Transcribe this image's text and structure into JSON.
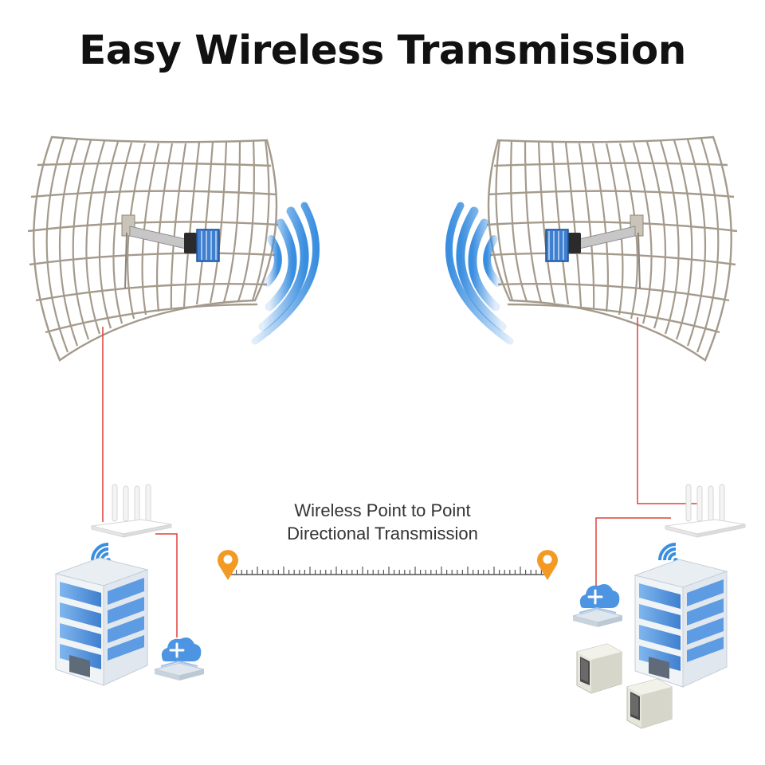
{
  "title": "Easy Wireless Transmission",
  "caption": {
    "line1": "Wireless Point to Point",
    "line2": "Directional Transmission"
  },
  "colors": {
    "cable": "#e0413b",
    "marker": "#f39a25",
    "signal": "#3a8ee0",
    "grid": "#a49a8c",
    "building": "#4a8fdc"
  },
  "icons": [
    "grid-antenna-icon",
    "wifi-signal-icon",
    "router-icon",
    "building-icon",
    "cloud-server-icon",
    "location-pin-icon",
    "crt-monitor-icon"
  ]
}
